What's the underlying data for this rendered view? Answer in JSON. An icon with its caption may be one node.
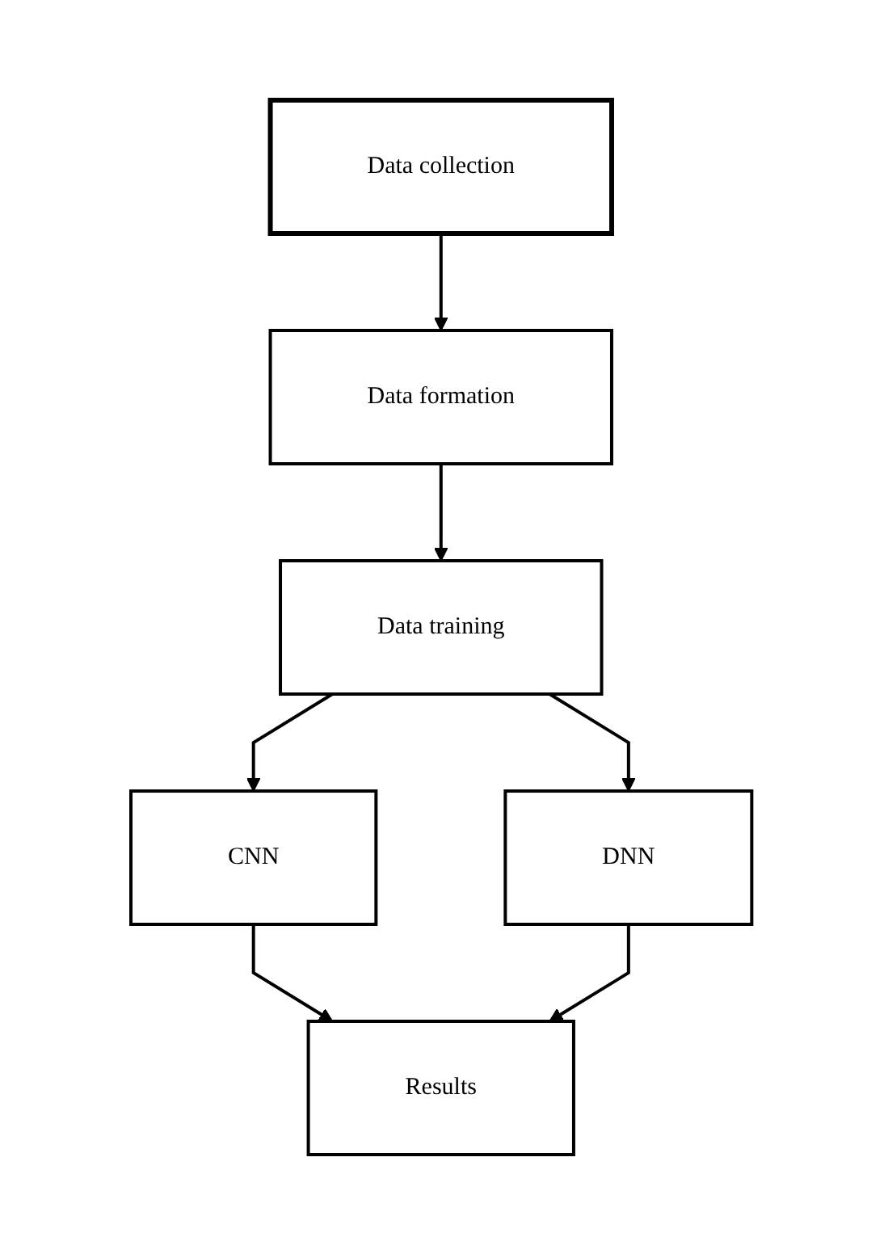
{
  "diagram": {
    "nodes": [
      {
        "text": [
          "Data collection"
        ]
      },
      {
        "text": [
          "Data formation"
        ]
      },
      {
        "text": [
          "Data training"
        ]
      },
      {
        "text": [
          "CNN"
        ]
      },
      {
        "text": [
          "DNN"
        ]
      },
      {
        "text": [
          "Results"
        ]
      }
    ],
    "edges": [
      {
        "from": 0,
        "to": 1,
        "arrow": "to"
      },
      {
        "from": 1,
        "to": 2,
        "arrow": "to"
      },
      {
        "from": 2,
        "to": 3,
        "arrow": "to"
      },
      {
        "from": 2,
        "to": 4,
        "arrow": "to"
      },
      {
        "from": 3,
        "to": 5,
        "arrow": "to"
      },
      {
        "from": 4,
        "to": 5,
        "arrow": "to"
      }
    ]
  }
}
